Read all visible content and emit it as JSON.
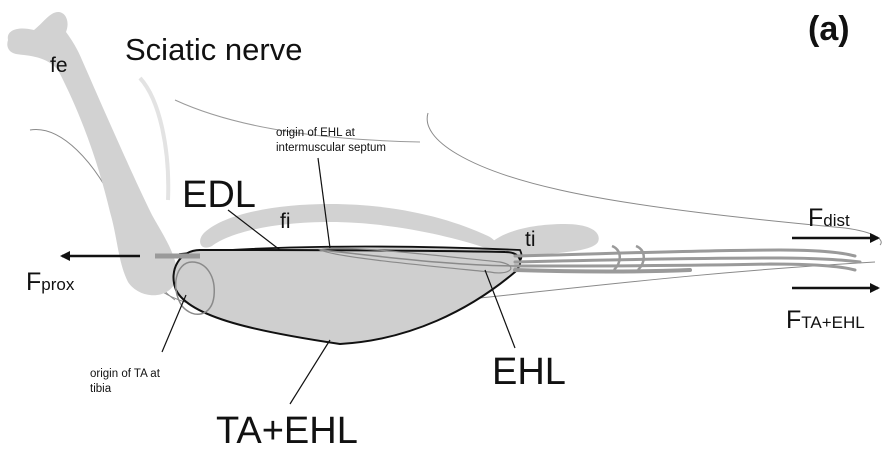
{
  "panel_label": "(a)",
  "labels": {
    "sciatic_nerve": "Sciatic nerve",
    "femur": "fe",
    "fibula": "fi",
    "tibia": "ti",
    "edl": "EDL",
    "ehl": "EHL",
    "ta_ehl": "TA+EHL",
    "origin_ehl_line1": "origin of EHL at",
    "origin_ehl_line2": "intermuscular septum",
    "origin_ta_line1": "origin of TA at",
    "origin_ta_line2": "tibia"
  },
  "forces": {
    "prox_main": "F",
    "prox_sub": "prox",
    "dist_main": "F",
    "dist_sub": "dist",
    "ta_main": "F",
    "ta_sub": "TA+EHL"
  },
  "colors": {
    "bone": "#d2d2d2",
    "muscle": "#cfcfcf",
    "tendon": "#9a9a9a",
    "outline": "#111111",
    "skin": "#8a8a8a"
  }
}
